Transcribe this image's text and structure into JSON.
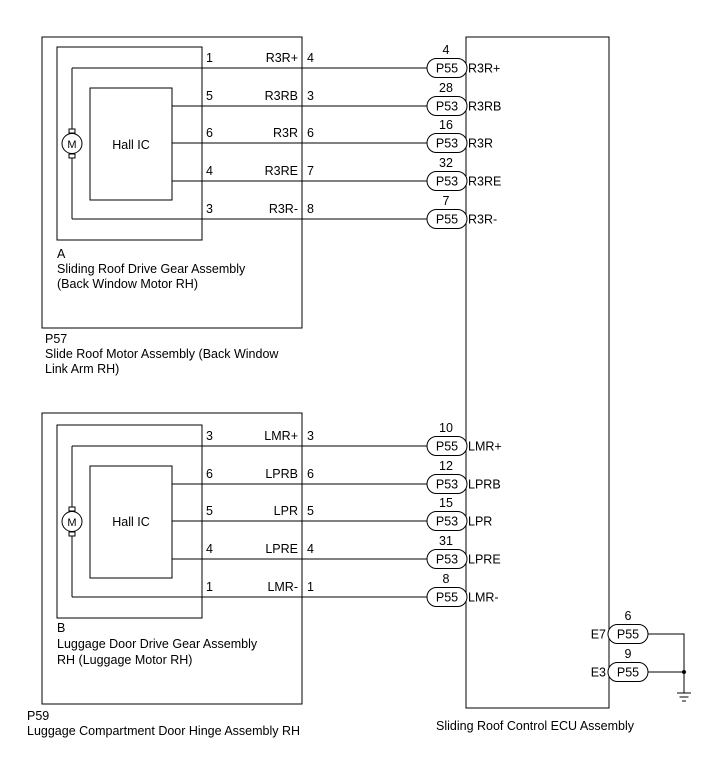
{
  "ecu": {
    "title": "Sliding Roof Control ECU Assembly",
    "ground_pins": [
      {
        "pin_no": "6",
        "connector": "P55",
        "signal": "E7"
      },
      {
        "pin_no": "9",
        "connector": "P55",
        "signal": "E3"
      }
    ]
  },
  "assembly_p57": {
    "connector_id": "P57",
    "title_line1": "Slide Roof Motor Assembly (Back Window",
    "title_line2": "Link Arm RH)",
    "sub_letter": "A",
    "sub_line1": "Sliding Roof Drive Gear Assembly",
    "sub_line2": "(Back Window Motor RH)",
    "hall_label": "Hall IC",
    "motor_symbol": "M",
    "wires": [
      {
        "inner_pin": "1",
        "signal": "R3R+",
        "outer_pin": "4",
        "ecu_pin": "4",
        "connector": "P55",
        "ecu_signal": "R3R+"
      },
      {
        "inner_pin": "5",
        "signal": "R3RB",
        "outer_pin": "3",
        "ecu_pin": "28",
        "connector": "P53",
        "ecu_signal": "R3RB"
      },
      {
        "inner_pin": "6",
        "signal": "R3R",
        "outer_pin": "6",
        "ecu_pin": "16",
        "connector": "P53",
        "ecu_signal": "R3R"
      },
      {
        "inner_pin": "4",
        "signal": "R3RE",
        "outer_pin": "7",
        "ecu_pin": "32",
        "connector": "P53",
        "ecu_signal": "R3RE"
      },
      {
        "inner_pin": "3",
        "signal": "R3R-",
        "outer_pin": "8",
        "ecu_pin": "7",
        "connector": "P55",
        "ecu_signal": "R3R-"
      }
    ]
  },
  "assembly_p59": {
    "connector_id": "P59",
    "title_line1": "Luggage Compartment Door Hinge Assembly RH",
    "sub_letter": "B",
    "sub_line1": "Luggage Door Drive Gear Assembly",
    "sub_line2": "RH (Luggage Motor RH)",
    "hall_label": "Hall IC",
    "motor_symbol": "M",
    "wires": [
      {
        "inner_pin": "3",
        "signal": "LMR+",
        "outer_pin": "3",
        "ecu_pin": "10",
        "connector": "P55",
        "ecu_signal": "LMR+"
      },
      {
        "inner_pin": "6",
        "signal": "LPRB",
        "outer_pin": "6",
        "ecu_pin": "12",
        "connector": "P53",
        "ecu_signal": "LPRB"
      },
      {
        "inner_pin": "5",
        "signal": "LPR",
        "outer_pin": "5",
        "ecu_pin": "15",
        "connector": "P53",
        "ecu_signal": "LPR"
      },
      {
        "inner_pin": "4",
        "signal": "LPRE",
        "outer_pin": "4",
        "ecu_pin": "31",
        "connector": "P53",
        "ecu_signal": "LPRE"
      },
      {
        "inner_pin": "1",
        "signal": "LMR-",
        "outer_pin": "1",
        "ecu_pin": "8",
        "connector": "P55",
        "ecu_signal": "LMR-"
      }
    ]
  }
}
